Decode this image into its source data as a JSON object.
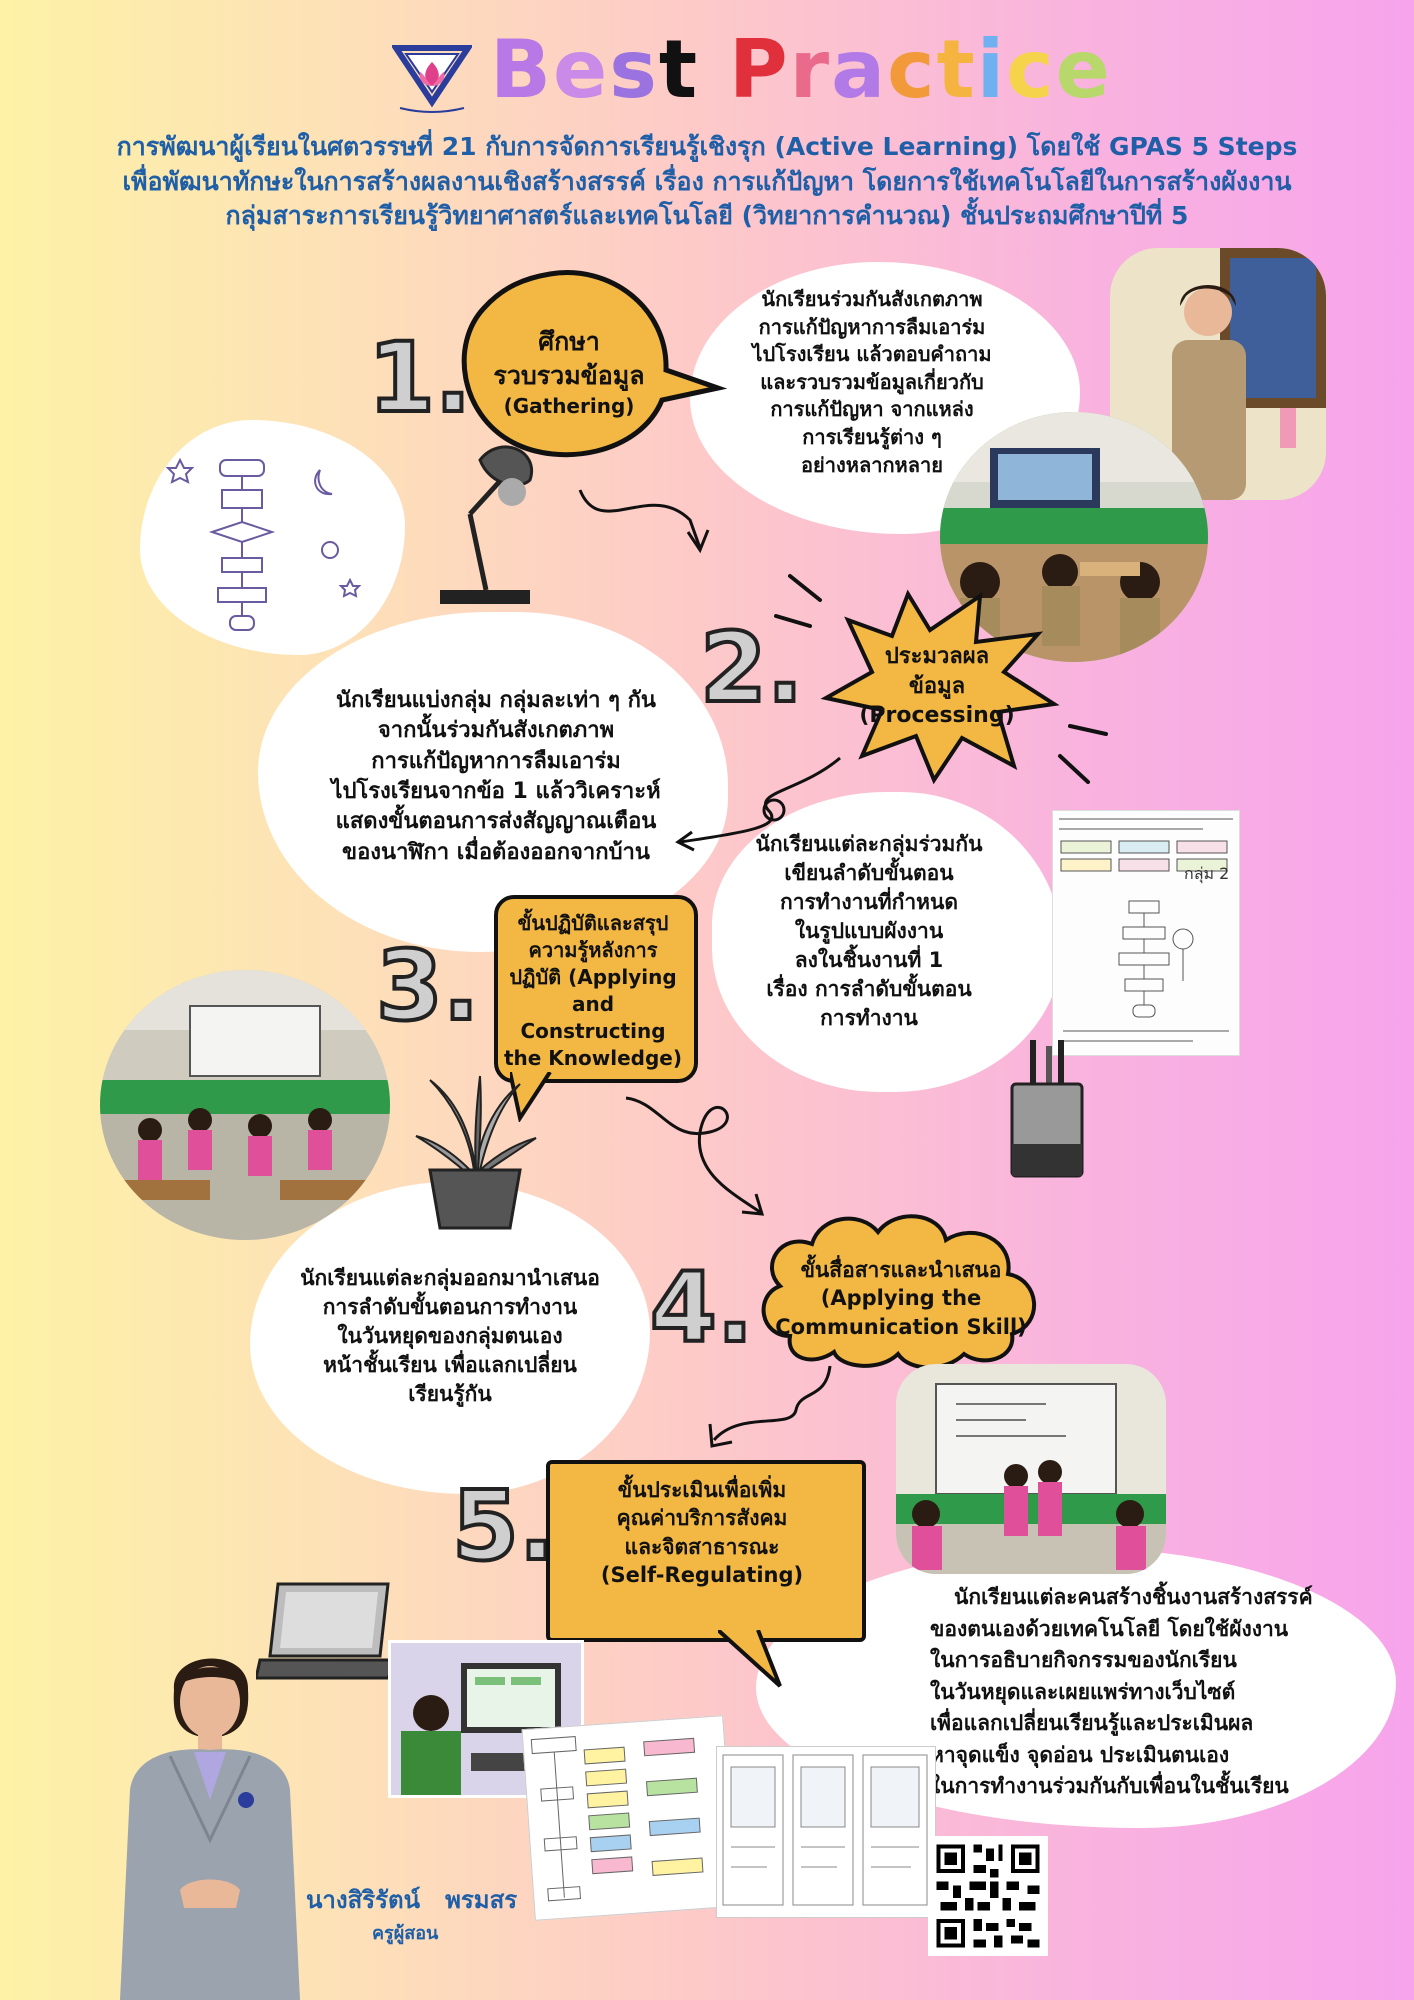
{
  "header": {
    "title_letters": [
      {
        "ch": "B",
        "color": "#b878e6"
      },
      {
        "ch": "e",
        "color": "#c98ae8"
      },
      {
        "ch": "s",
        "color": "#9b73e0"
      },
      {
        "ch": "t",
        "color": "#111111"
      },
      {
        "ch": " ",
        "color": "#111111"
      },
      {
        "ch": "P",
        "color": "#e0303c"
      },
      {
        "ch": "r",
        "color": "#e96a8a"
      },
      {
        "ch": "a",
        "color": "#b27ae6"
      },
      {
        "ch": "c",
        "color": "#f29a3a"
      },
      {
        "ch": "t",
        "color": "#f4b43f"
      },
      {
        "ch": "i",
        "color": "#6fb0f0"
      },
      {
        "ch": "c",
        "color": "#f5d34a"
      },
      {
        "ch": "e",
        "color": "#b8d86b"
      }
    ],
    "subtitle_lines": [
      "การพัฒนาผู้เรียนในศตวรรษที่ 21 กับการจัดการเรียนรู้เชิงรุก (Active Learning) โดยใช้ GPAS 5 Steps",
      "เพื่อพัฒนาทักษะในการสร้างผลงานเชิงสร้างสรรค์ เรื่อง  การแก้ปัญหา โดยการใช้เทคโนโลยีในการสร้างผังงาน",
      "กลุ่มสาระการเรียนรู้วิทยาศาสตร์และเทคโนโลยี (วิทยาการคำนวณ) ชั้นประถมศึกษาปีที่ 5"
    ]
  },
  "steps": {
    "s1": {
      "number": "1.",
      "title_lines": [
        "ศึกษา",
        "รวบรวมข้อมูล",
        "(Gathering)"
      ],
      "desc_lines": [
        "นักเรียนร่วมกันสังเกตภาพ",
        "การแก้ปัญหาการลืมเอาร่ม",
        "ไปโรงเรียน แล้วตอบคำถาม",
        "และรวบรวมข้อมูลเกี่ยวกับ",
        "การแก้ปัญหา จากแหล่ง",
        "การเรียนรู้ต่าง ๆ",
        "อย่างหลากหลาย"
      ]
    },
    "s2": {
      "number": "2.",
      "title_lines": [
        "ประมวลผล",
        "ข้อมูล",
        "(Processing)"
      ],
      "desc_left_lines": [
        "นักเรียนแบ่งกลุ่ม กลุ่มละเท่า ๆ กัน",
        "จากนั้นร่วมกันสังเกตภาพ",
        "การแก้ปัญหาการลืมเอาร่ม",
        "ไปโรงเรียนจากข้อ 1 แล้ววิเคราะห์",
        "แสดงขั้นตอนการส่งสัญญาณเตือน",
        "ของนาฬิกา เมื่อต้องออกจากบ้าน"
      ],
      "desc_right_lines": [
        "นักเรียนแต่ละกลุ่มร่วมกัน",
        "เขียนลำดับขั้นตอน",
        "การทำงานที่กำหนด",
        "ในรูปแบบผังงาน",
        "ลงในชิ้นงานที่ 1",
        "เรื่อง การลำดับขั้นตอน",
        "การทำงาน"
      ]
    },
    "s3": {
      "number": "3.",
      "title_lines": [
        "ขั้นปฏิบัติและสรุป",
        "ความรู้หลังการ",
        "ปฏิบัติ (Applying",
        "and Constructing",
        "the Knowledge)"
      ],
      "desc_lines": [
        "นักเรียนแต่ละกลุ่มออกมานำเสนอ",
        "การลำดับขั้นตอนการทำงาน",
        "ในวันหยุดของกลุ่มตนเอง",
        "หน้าชั้นเรียน เพื่อแลกเปลี่ยน",
        "เรียนรู้กัน"
      ]
    },
    "s4": {
      "number": "4.",
      "title_lines": [
        "ขั้นสื่อสารและนำเสนอ",
        "(Applying the",
        "Communication Skill)"
      ]
    },
    "s5": {
      "number": "5.",
      "title_lines": [
        "ขั้นประเมินเพื่อเพิ่ม",
        "คุณค่าบริการสังคม",
        "และจิตสาธารณะ",
        "(Self-Regulating)"
      ],
      "desc_lines": [
        "นักเรียนแต่ละคนสร้างชิ้นงานสร้างสรรค์",
        "ของตนเองด้วยเทคโนโลยี โดยใช้ผังงาน",
        "ในการอธิบายกิจกรรมของนักเรียน",
        "ในวันหยุดและเผยแพร่ทางเว็บไซต์",
        "เพื่อแลกเปลี่ยนเรียนรู้และประเมินผล",
        "หาจุดแข็ง จุดอ่อน ประเมินตนเอง",
        "ในการทำงานร่วมกันกับเพื่อนในชั้นเรียน"
      ]
    }
  },
  "teacher": {
    "name": "นางสิริรัตน์   พรมสร",
    "role": "ครูผู้สอน"
  },
  "worksheet": {
    "group_label": "กลุ่ม 2"
  },
  "colors": {
    "accent_yellow": "#f3b843",
    "title_blue": "#1f5fa8",
    "name_blue": "#1f5fa8"
  }
}
